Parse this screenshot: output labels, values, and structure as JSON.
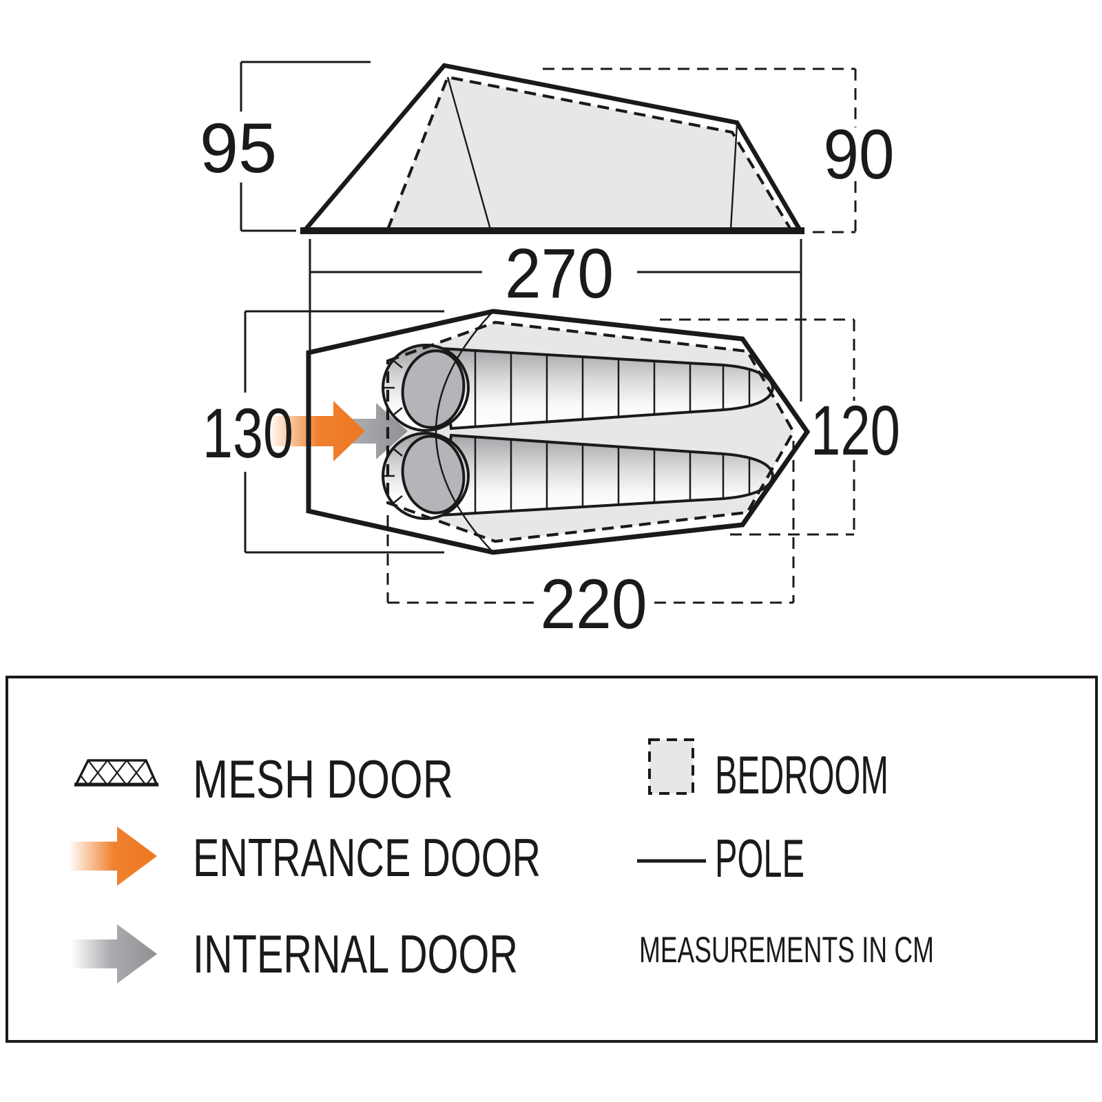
{
  "diagram_title": "tent-floorplan-dimensions",
  "dimensions": {
    "side_height_left": "95",
    "side_height_right": "90",
    "overall_length": "270",
    "tent_width": "130",
    "bedroom_width": "120",
    "bedroom_length": "220"
  },
  "legend": {
    "items": [
      {
        "id": "mesh-door",
        "label": "MESH DOOR"
      },
      {
        "id": "entrance-door",
        "label": "ENTRANCE DOOR"
      },
      {
        "id": "internal-door",
        "label": "INTERNAL DOOR"
      },
      {
        "id": "bedroom",
        "label": "BEDROOM"
      },
      {
        "id": "pole",
        "label": "POLE"
      }
    ],
    "note": "MEASUREMENTS IN CM"
  },
  "colors": {
    "entrance_orange": "#EF7D2C",
    "internal_gray": "#97999C",
    "bedroom_fill": "#E8E6E7",
    "outline": "#1A1A1A",
    "pillow_gray": "#B3B5B8"
  }
}
